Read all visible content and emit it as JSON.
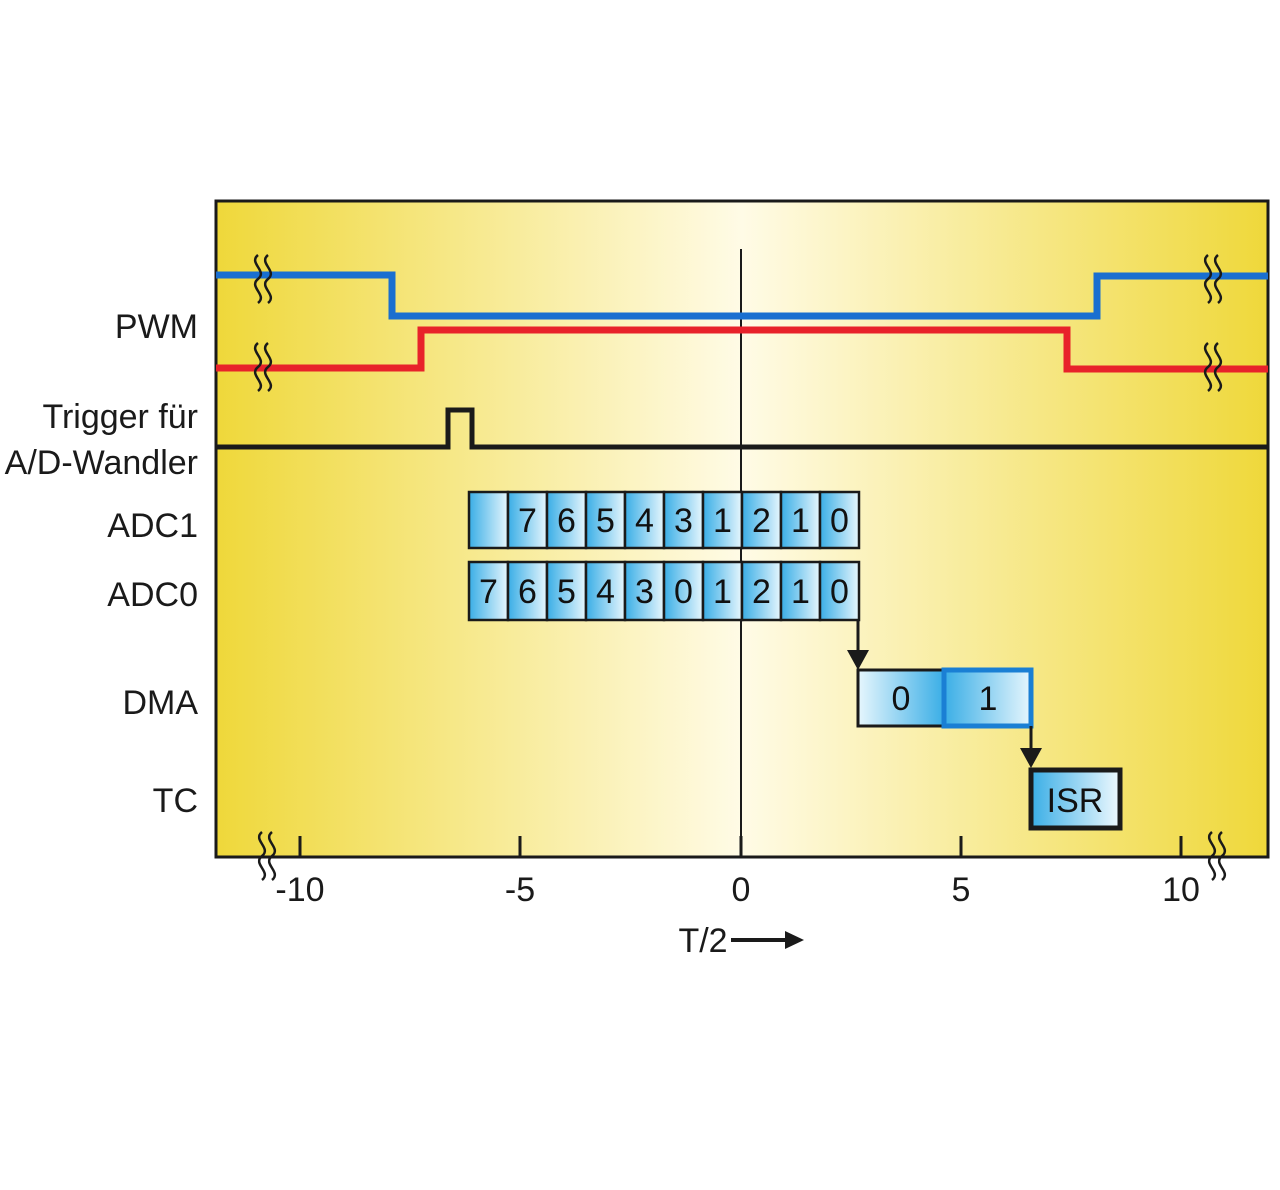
{
  "rows": {
    "pwm": "PWM",
    "trigger_line1": "Trigger für",
    "trigger_line2": "A/D-Wandler",
    "adc1": "ADC1",
    "adc0": "ADC0",
    "dma": "DMA",
    "tc": "TC"
  },
  "axis": {
    "label": "T/2",
    "ticks": [
      "-10",
      "-5",
      "0",
      "5",
      "10"
    ]
  },
  "adc1_cells": [
    "",
    "7",
    "6",
    "5",
    "4",
    "3",
    "1",
    "2",
    "1",
    "0"
  ],
  "adc0_cells": [
    "7",
    "6",
    "5",
    "4",
    "3",
    "0",
    "1",
    "2",
    "1",
    "0"
  ],
  "dma_blocks": [
    "0",
    "1"
  ],
  "tc_block": "ISR",
  "colors": {
    "panel_yellow": "#f0dc40",
    "panel_center": "#fffbe6",
    "pwm_blue": "#1a6fd0",
    "pwm_red": "#e8222a",
    "trigger_line": "#1a1a1a",
    "cell_blue": "#3aaee6",
    "cell_light": "#e8f6fd",
    "dma_active_border": "#1a7fd4"
  }
}
